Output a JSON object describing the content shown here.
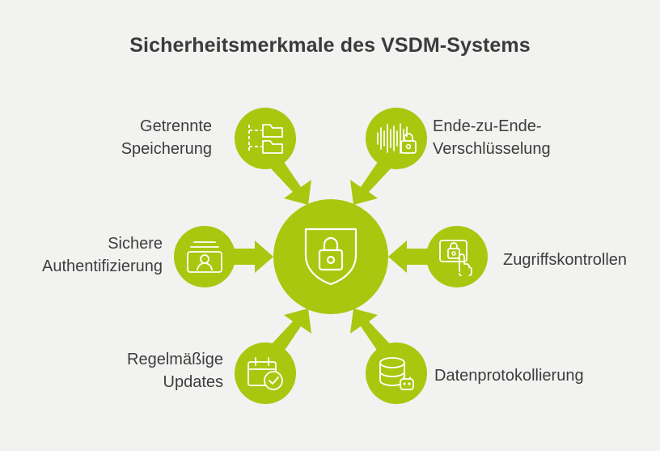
{
  "title": "Sicherheitsmerkmale des VSDM-Systems",
  "colors": {
    "background": "#f2f2f1",
    "accent_green": "#a9c70f",
    "title_text": "#3b3b3b",
    "label_text": "#3d3d3d",
    "icon_stroke": "#ffffff"
  },
  "center": {
    "icon": "shield-lock-icon",
    "label": ""
  },
  "features": [
    {
      "id": "getrennte-speicherung",
      "label": "Getrennte\nSpeicherung",
      "icon": "folders-separated-icon",
      "position": "top-left",
      "arrow": "arrow-down-right"
    },
    {
      "id": "ende-zu-ende-verschluesselung",
      "label": "Ende-zu-Ende-\nVerschlüsselung",
      "icon": "waveform-lock-icon",
      "position": "top-right",
      "arrow": "arrow-down-left"
    },
    {
      "id": "sichere-authentifizierung",
      "label": "Sichere\nAuthentifizierung",
      "icon": "id-card-person-icon",
      "position": "left",
      "arrow": "arrow-right"
    },
    {
      "id": "zugriffskontrollen",
      "label": "Zugriffskontrollen",
      "icon": "lock-panel-hand-icon",
      "position": "right",
      "arrow": "arrow-left"
    },
    {
      "id": "regelmaessige-updates",
      "label": "Regelmäßige\nUpdates",
      "icon": "calendar-check-icon",
      "position": "bottom-left",
      "arrow": "arrow-up-right"
    },
    {
      "id": "datenprotokollierung",
      "label": "Datenprotokollierung",
      "icon": "database-lock-icon",
      "position": "bottom-right",
      "arrow": "arrow-up-left"
    }
  ]
}
